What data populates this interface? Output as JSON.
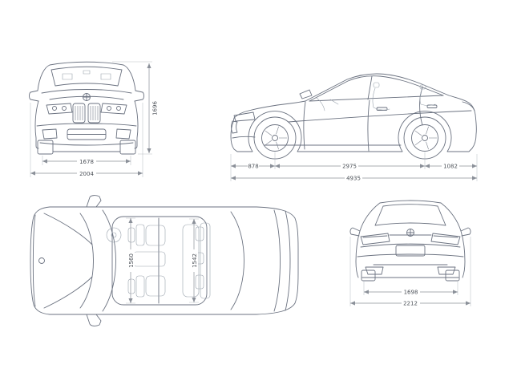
{
  "drawing": {
    "subject": "SUV coupe four-view dimension blueprint",
    "background": "#ffffff",
    "line_color": "#6b7280",
    "dim_line_color": "#8b9099",
    "text_color": "#4b5057"
  },
  "views": {
    "front": {
      "name": "front-view",
      "dims": {
        "track_width_mm": "1678",
        "overall_width_mm": "2004",
        "overall_height_mm": "1696"
      }
    },
    "side": {
      "name": "side-view",
      "dims": {
        "front_overhang_mm": "878",
        "wheelbase_mm": "2975",
        "rear_overhang_mm": "1082",
        "overall_length_mm": "4935"
      }
    },
    "top": {
      "name": "top-view",
      "dims": {
        "front_interior_width_mm": "1560",
        "rear_interior_width_mm": "1542"
      }
    },
    "rear": {
      "name": "rear-view",
      "dims": {
        "rear_track_width_mm": "1698",
        "width_incl_mirrors_mm": "2212"
      }
    }
  }
}
